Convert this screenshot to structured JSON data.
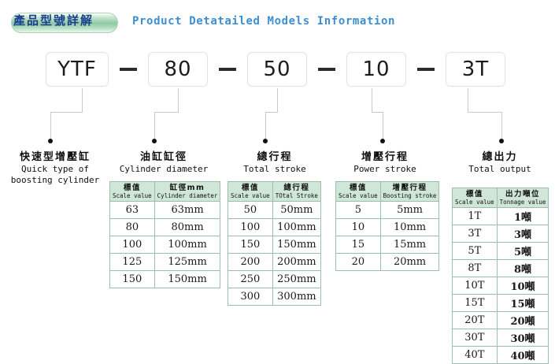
{
  "header": {
    "badge_cn": "產品型號詳解",
    "title_en": "Product Detatailed Models Information",
    "badge_gradient_green": "#8dc9a3",
    "title_color": "#3d8fd1"
  },
  "model_code": {
    "segments": [
      {
        "value": "YTF"
      },
      {
        "value": "80"
      },
      {
        "value": "50"
      },
      {
        "value": "10"
      },
      {
        "value": "3T"
      }
    ],
    "separator": "—"
  },
  "columns": [
    {
      "key": "boosting_cylinder",
      "label_cn": "快速型增壓缸",
      "label_en_line1": "Quick type of",
      "label_en_line2": "boosting cylinder",
      "table": null
    },
    {
      "key": "cylinder_diameter",
      "label_cn": "油缸缸徑",
      "label_en_line1": "Cylinder diameter",
      "label_en_line2": "",
      "table": {
        "headers": [
          {
            "cn": "標值",
            "en": "Scale value"
          },
          {
            "cn": "缸徑mm",
            "en": "Cylinder diameter"
          }
        ],
        "rows": [
          [
            "63",
            "63mm"
          ],
          [
            "80",
            "80mm"
          ],
          [
            "100",
            "100mm"
          ],
          [
            "125",
            "125mm"
          ],
          [
            "150",
            "150mm"
          ]
        ]
      }
    },
    {
      "key": "total_stroke",
      "label_cn": "總行程",
      "label_en_line1": "Total stroke",
      "label_en_line2": "",
      "table": {
        "headers": [
          {
            "cn": "標值",
            "en": "Scale value"
          },
          {
            "cn": "總行程",
            "en": "TOtal Stroke"
          }
        ],
        "rows": [
          [
            "50",
            "50mm"
          ],
          [
            "100",
            "100mm"
          ],
          [
            "150",
            "150mm"
          ],
          [
            "200",
            "200mm"
          ],
          [
            "250",
            "250mm"
          ],
          [
            "300",
            "300mm"
          ]
        ]
      }
    },
    {
      "key": "power_stroke",
      "label_cn": "增壓行程",
      "label_en_line1": "Power stroke",
      "label_en_line2": "",
      "table": {
        "headers": [
          {
            "cn": "標值",
            "en": "Scale value"
          },
          {
            "cn": "增壓行程",
            "en": "Boosting stroke"
          }
        ],
        "rows": [
          [
            "5",
            "5mm"
          ],
          [
            "10",
            "10mm"
          ],
          [
            "15",
            "15mm"
          ],
          [
            "20",
            "20mm"
          ]
        ]
      }
    },
    {
      "key": "total_output",
      "label_cn": "總出力",
      "label_en_line1": "Total output",
      "label_en_line2": "",
      "table": {
        "headers": [
          {
            "cn": "標值",
            "en": "Scale value"
          },
          {
            "cn": "出力噸位",
            "en": "Tonnage value"
          }
        ],
        "rows": [
          [
            "1T",
            "1噸"
          ],
          [
            "3T",
            "3噸"
          ],
          [
            "5T",
            "5噸"
          ],
          [
            "8T",
            "8噸"
          ],
          [
            "10T",
            "10噸"
          ],
          [
            "15T",
            "15噸"
          ],
          [
            "20T",
            "20噸"
          ],
          [
            "30T",
            "30噸"
          ],
          [
            "40T",
            "40噸"
          ]
        ]
      }
    }
  ],
  "colors": {
    "table_header_bg": "#cfe6d8",
    "table_border": "#9bbfa9",
    "connector_line": "#c9c9c9",
    "dot": "#111111"
  }
}
